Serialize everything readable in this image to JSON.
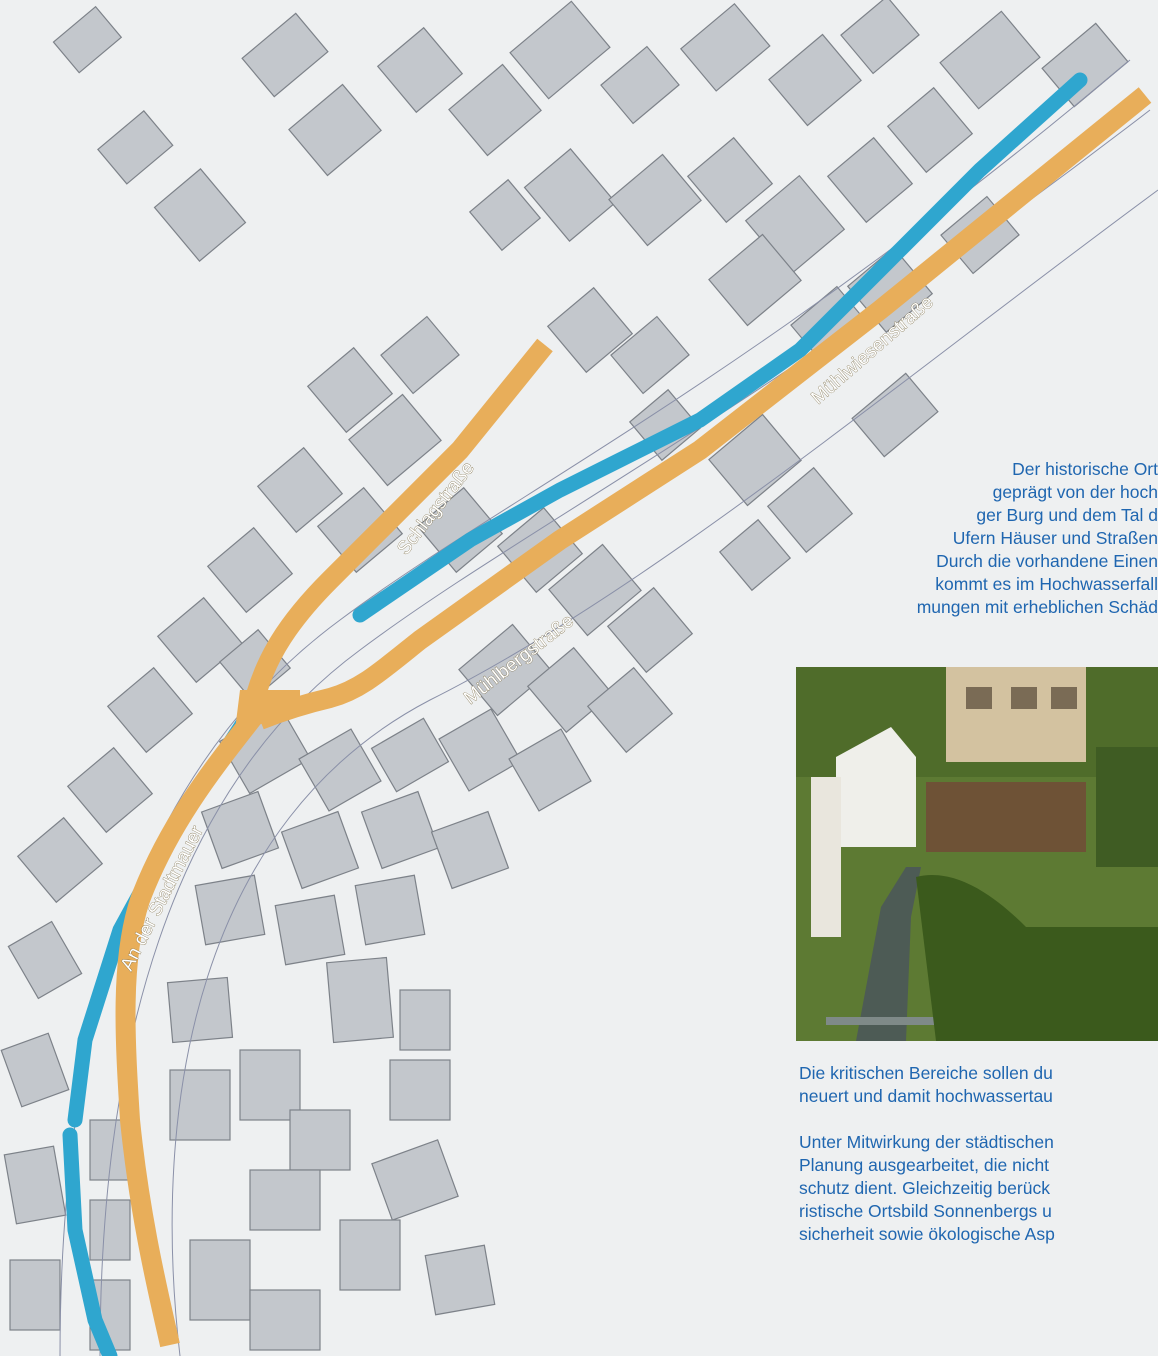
{
  "map": {
    "streets": {
      "muehlwiesenstrasse": "Mühlwiesenstraße",
      "schlagstrasse": "Schlagstraße",
      "muehlbergstrasse": "Mühlbergstraße",
      "an_der_stadtmauer": "An der Stadtmauer"
    },
    "colors": {
      "road": "#e8ae5a",
      "creek": "#2fa6cf",
      "building": "#c3c7cc",
      "background": "#eef0f1"
    }
  },
  "intro_lines": [
    "Der historische Ort",
    "geprägt von der hoch",
    "ger Burg und dem Tal d",
    "Ufern Häuser und Straßen",
    "Durch die vorhandene Einen",
    "kommt es im Hochwasserfall",
    "mungen mit erheblichen Schäd"
  ],
  "body_para1": [
    "Die kritischen Bereiche sollen du",
    "neuert und damit hochwassertau"
  ],
  "body_para2": [
    "Unter Mitwirkung der städtischen",
    "Planung ausgearbeitet, die nicht",
    "schutz dient. Gleichzeitig berück",
    "ristische Ortsbild Sonnenbergs u",
    "sicherheit sowie ökologische Asp"
  ]
}
